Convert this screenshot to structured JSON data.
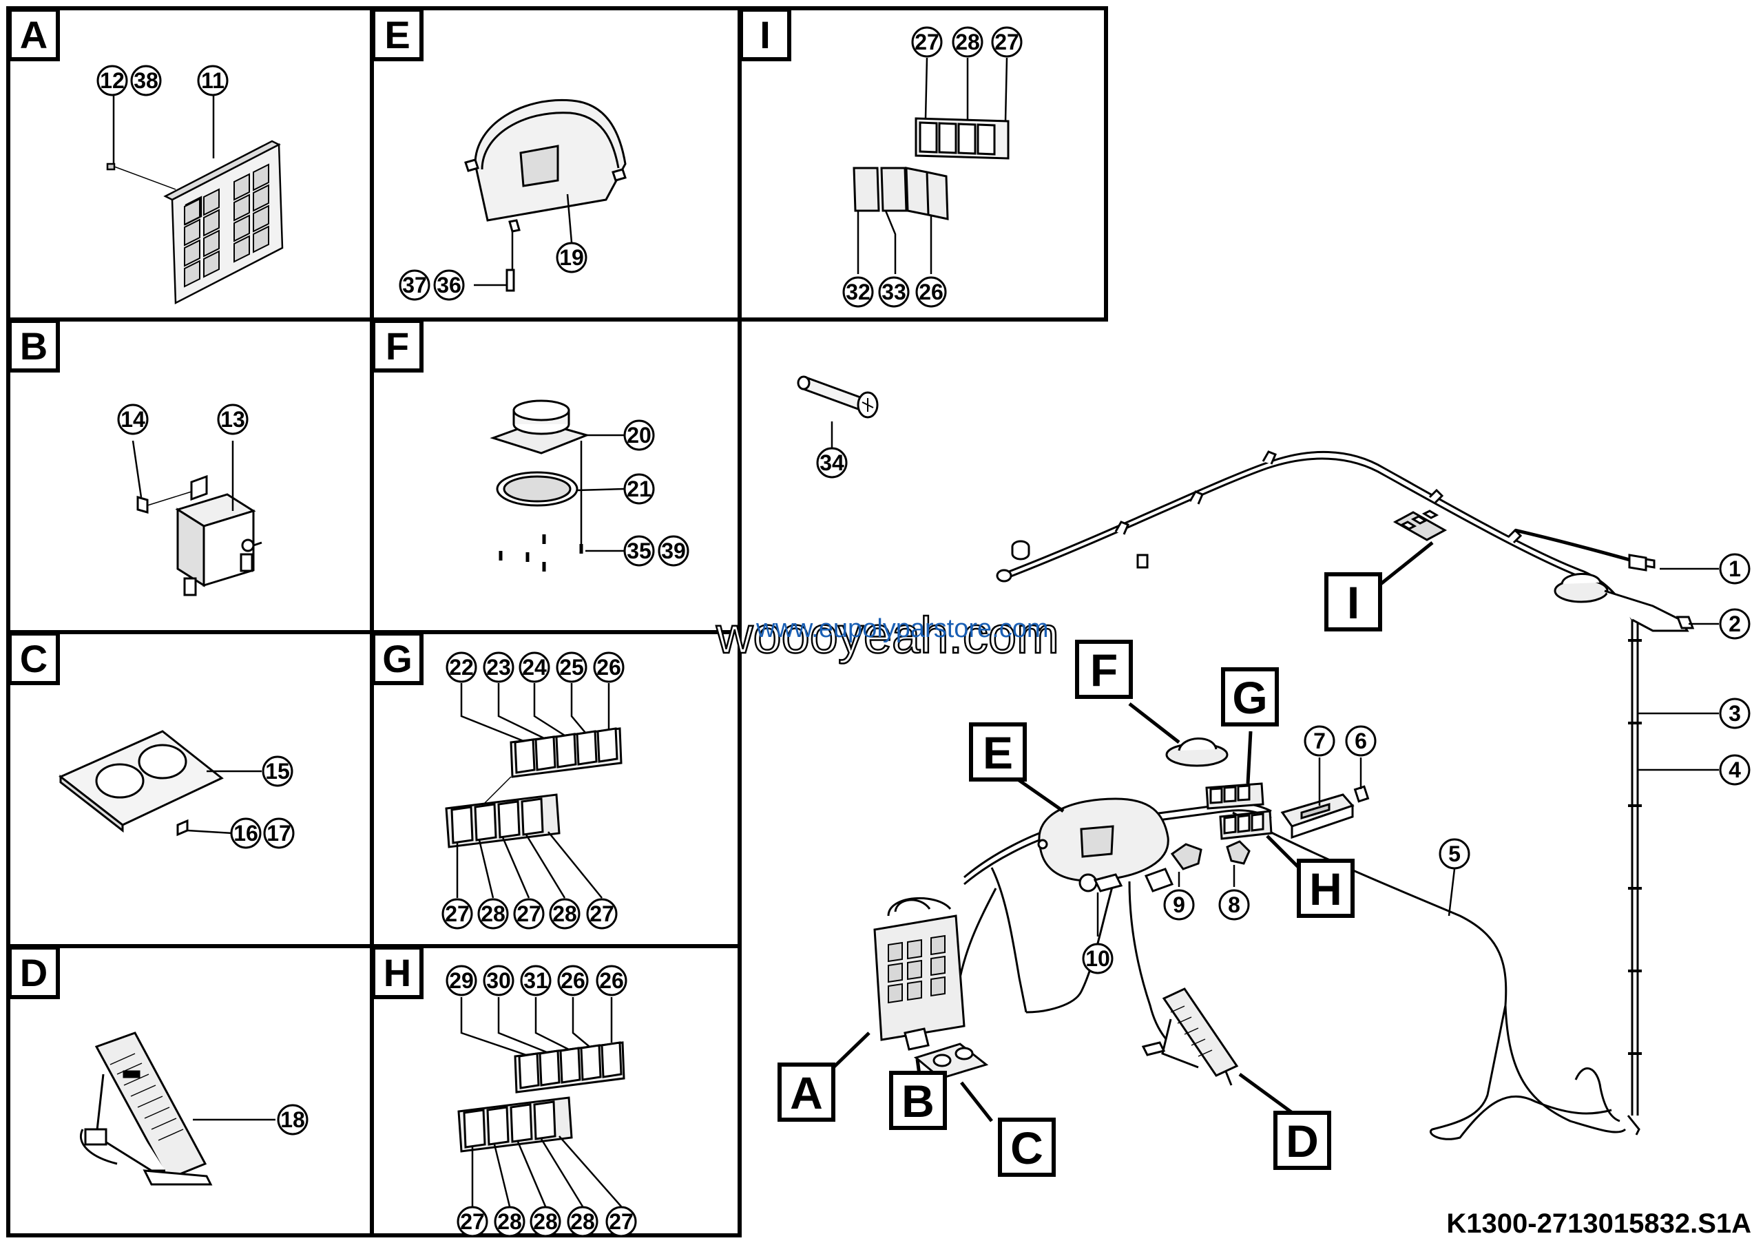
{
  "panels": [
    {
      "letter": "A",
      "refs": [
        "12",
        "38",
        "11"
      ]
    },
    {
      "letter": "B",
      "refs": [
        "14",
        "13"
      ]
    },
    {
      "letter": "C",
      "refs": [
        "15",
        "16",
        "17"
      ]
    },
    {
      "letter": "D",
      "refs": [
        "18"
      ]
    },
    {
      "letter": "E",
      "refs": [
        "37",
        "36",
        "19"
      ]
    },
    {
      "letter": "F",
      "refs": [
        "20",
        "21",
        "35",
        "39"
      ]
    },
    {
      "letter": "G",
      "refs": [
        "22",
        "23",
        "24",
        "25",
        "26",
        "27",
        "28",
        "27",
        "28",
        "27"
      ]
    },
    {
      "letter": "H",
      "refs": [
        "29",
        "30",
        "31",
        "26",
        "26",
        "27",
        "28",
        "28",
        "28",
        "27"
      ]
    },
    {
      "letter": "I",
      "refs": [
        "27",
        "28",
        "27",
        "32",
        "33",
        "26"
      ]
    }
  ],
  "callouts": [
    "A",
    "B",
    "C",
    "D",
    "E",
    "F",
    "G",
    "H",
    "I"
  ],
  "overview_refs": [
    "1",
    "2",
    "3",
    "4",
    "5",
    "6",
    "7",
    "8",
    "9",
    "10",
    "34"
  ],
  "watermark": {
    "primary": "woooyeah.com",
    "secondary": "www.eupolyparstore.com"
  },
  "figure_id": "K1300-2713015832.S1A",
  "colors": {
    "ink": "#000000",
    "paper": "#ffffff",
    "watermark_blue": "#1a5fb4"
  }
}
